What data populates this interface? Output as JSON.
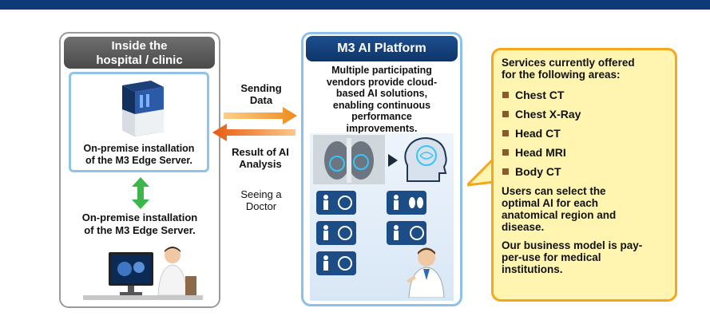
{
  "hospital": {
    "title_line1": "Inside the",
    "title_line2": "hospital / clinic",
    "server_caption_line1": "On-premise installation",
    "server_caption_line2": "of the M3 Edge Server.",
    "lower_caption_line1": "On-premise installation",
    "lower_caption_line2": "of the M3 Edge Server."
  },
  "flow": {
    "sending_line1": "Sending",
    "sending_line2": "Data",
    "result_line1": "Result of AI",
    "result_line2": "Analysis",
    "seeing_line1": "Seeing a",
    "seeing_line2": "Doctor"
  },
  "platform": {
    "title": "M3 AI Platform",
    "desc_lines": [
      "Multiple participating",
      "vendors provide cloud-",
      "based AI solutions,",
      "enabling continuous",
      "performance",
      "improvements."
    ]
  },
  "services": {
    "heading_line1": "Services currently offered",
    "heading_line2": "for the following areas:",
    "areas": [
      "Chest CT",
      "Chest X-Ray",
      "Head CT",
      "Head MRI",
      "Body CT"
    ],
    "select_lines": [
      "Users can select the",
      "optimal AI for each",
      "anatomical region and",
      "disease."
    ],
    "model_lines": [
      "Our business model is pay-",
      "per-use for medical",
      "institutions."
    ]
  },
  "colors": {
    "navy": "#0e3a78",
    "panel_blue": "#8ec0ea",
    "arrow_orange": "#f08a1c",
    "callout_fill": "#fff5b0",
    "callout_border": "#f2a81c",
    "green_arrow": "#3cb54a"
  }
}
